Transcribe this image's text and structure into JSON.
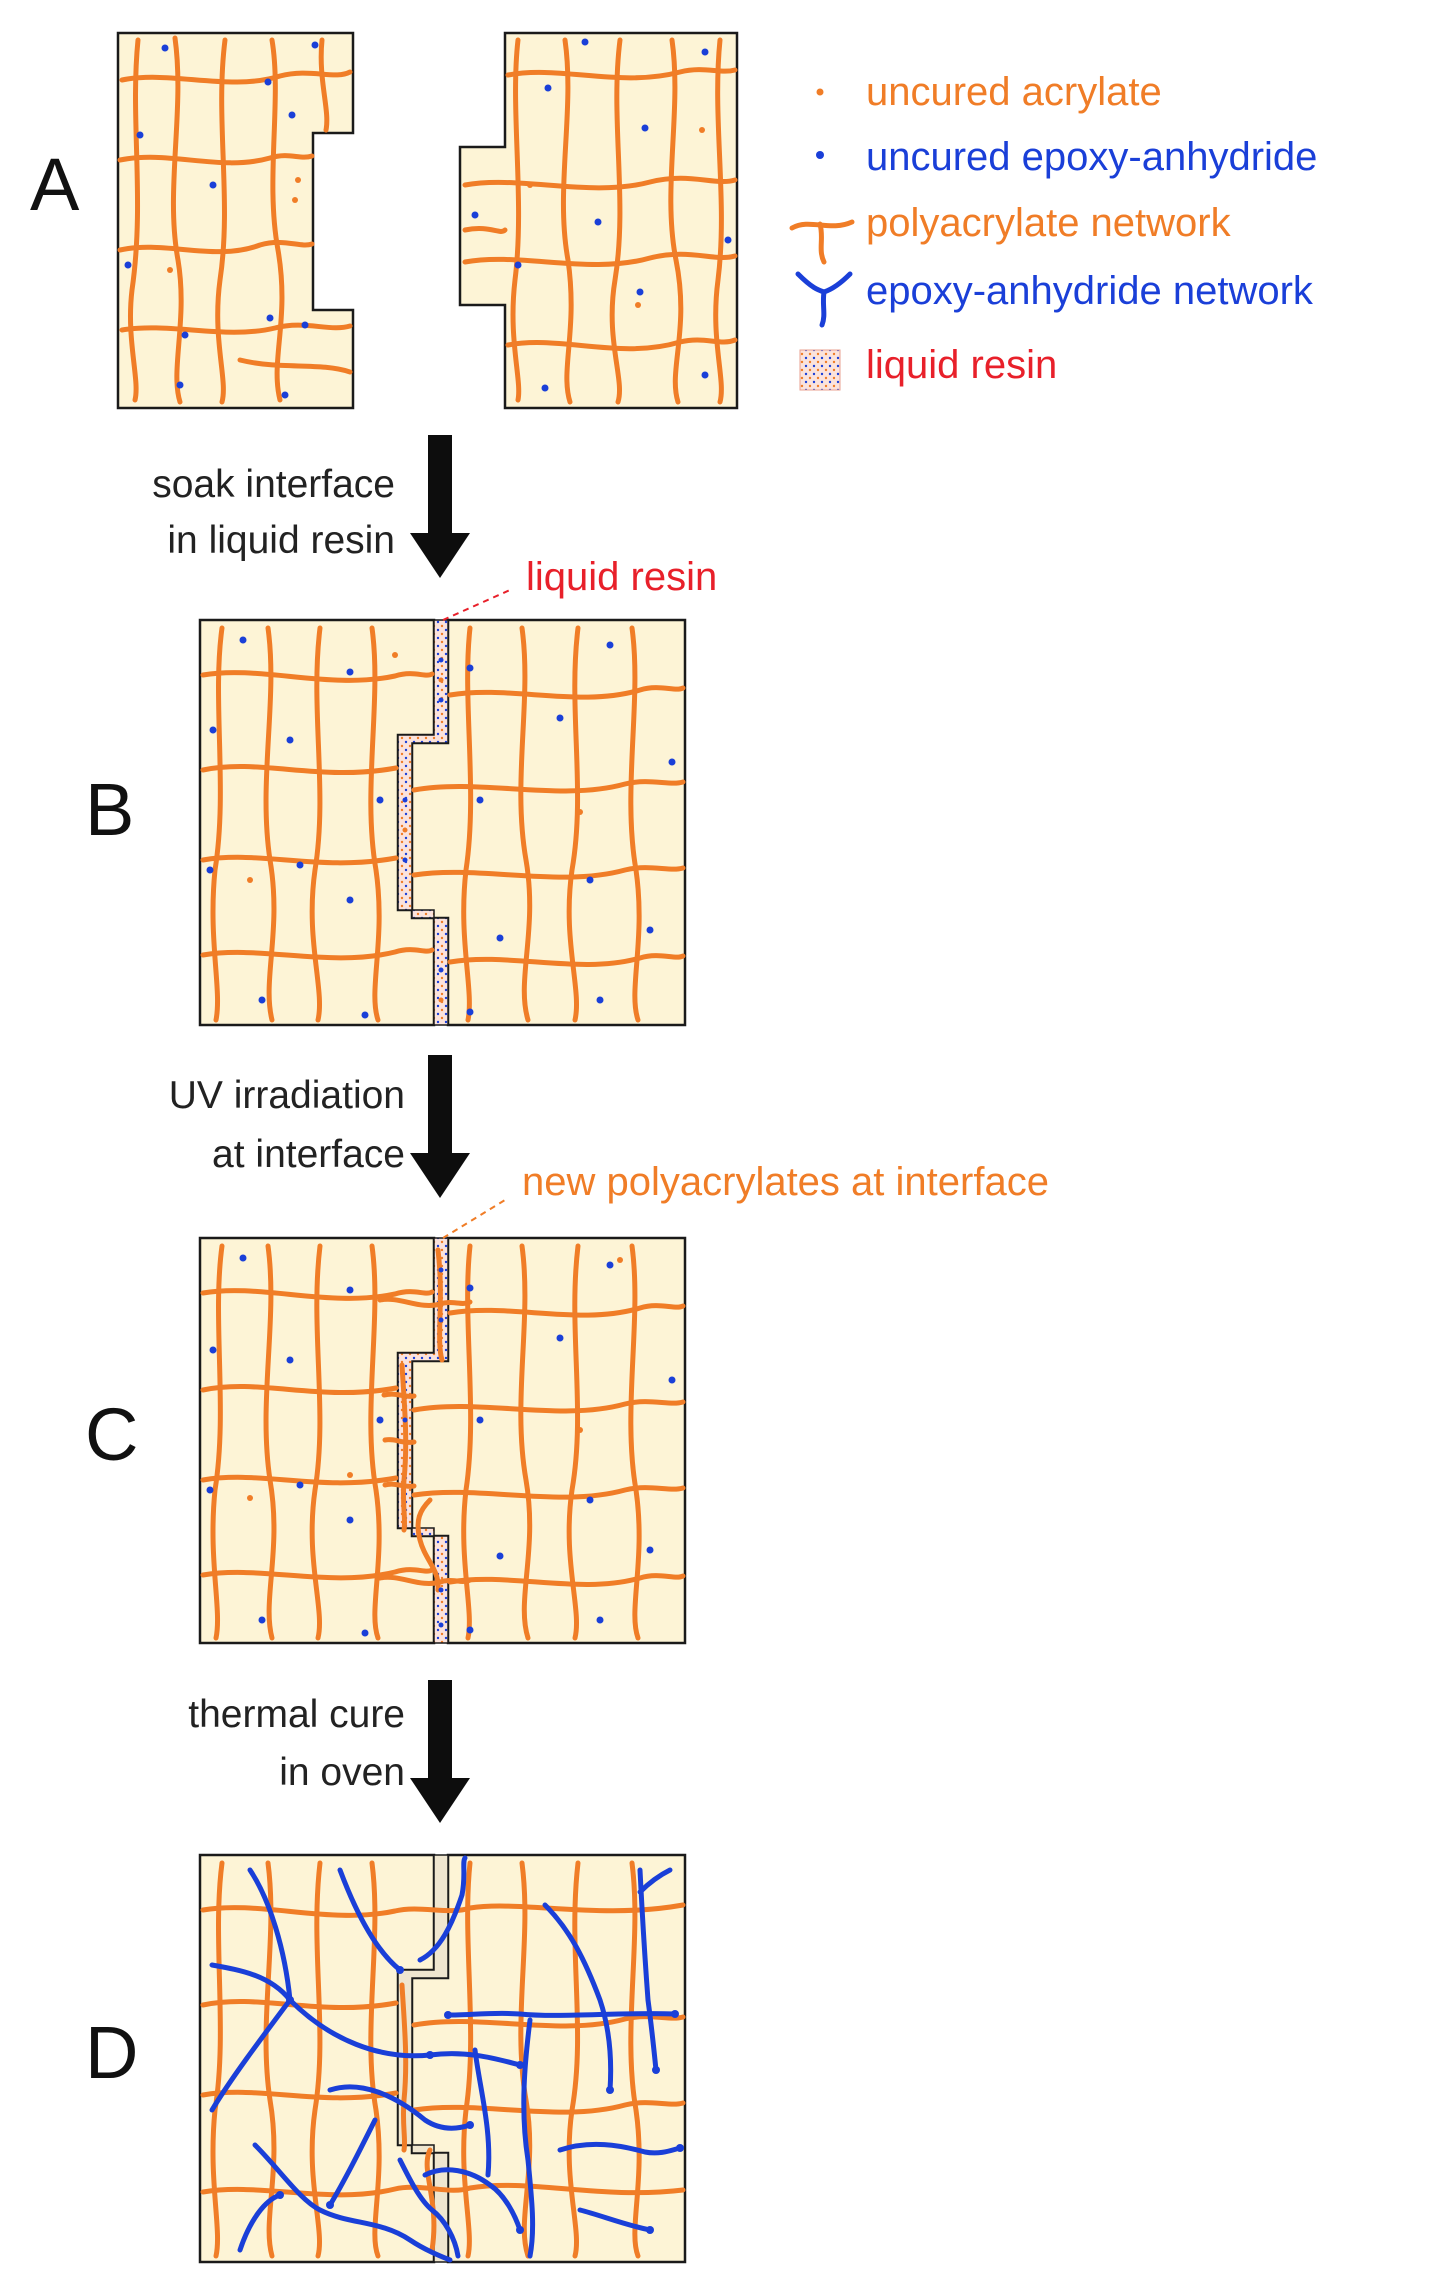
{
  "colors": {
    "acrylate": "#f07d27",
    "epoxy": "#1a3fd8",
    "resin": "#e8202a",
    "sample_fill": "#fdf4d6",
    "outline": "#1a1a1a",
    "arrow": "#0d0d0d"
  },
  "legend": [
    {
      "label": "uncured acrylate",
      "symbol": "orange-dot",
      "color": "#f07d27"
    },
    {
      "label": "uncured epoxy-anhydride",
      "symbol": "blue-dot",
      "color": "#1a3fd8"
    },
    {
      "label": "polyacrylate network",
      "symbol": "orange-network-branch",
      "color": "#f07d27"
    },
    {
      "label": "epoxy-anhydride network",
      "symbol": "blue-network-branch",
      "color": "#1a3fd8"
    },
    {
      "label": "liquid resin",
      "symbol": "dotted-square",
      "color": "#e8202a"
    }
  ],
  "stages": [
    {
      "letter": "A"
    },
    {
      "letter": "B"
    },
    {
      "letter": "C"
    },
    {
      "letter": "D"
    }
  ],
  "steps": [
    {
      "line1": "soak interface",
      "line2": "in liquid resin"
    },
    {
      "line1": "UV irradiation",
      "line2": "at interface"
    },
    {
      "line1": "thermal cure",
      "line2": "in oven"
    }
  ],
  "callouts": {
    "liquid_resin": "liquid resin",
    "new_polyacrylates": "new polyacrylates at interface"
  }
}
